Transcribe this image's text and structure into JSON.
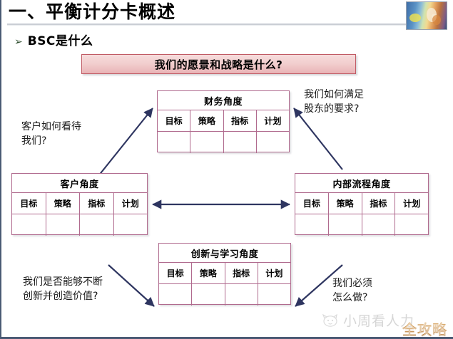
{
  "slide": {
    "title": "一、平衡计分卡概述",
    "bullet_marker": "➢",
    "bullet_label": "BSC是什么",
    "vision_banner": "我们的愿景和战略是什么?"
  },
  "colors": {
    "banner_border": "#c05a64",
    "banner_fill_top": "#f6dcdc",
    "banner_fill_bottom": "#e9b3b6",
    "table_border": "#b06a8e",
    "arrow": "#2e3560",
    "title_rule": "#c9cdd4",
    "slide_frame": "#4a5a74",
    "brand": "#c48a42"
  },
  "table_columns": [
    "目标",
    "策略",
    "指标",
    "计划"
  ],
  "perspectives": [
    {
      "id": "financial",
      "title": "财务角度"
    },
    {
      "id": "customer",
      "title": "客户角度"
    },
    {
      "id": "internal",
      "title": "内部流程角度"
    },
    {
      "id": "learning",
      "title": "创新与学习角度"
    }
  ],
  "captions": {
    "customer": "客户如何看待\n我们?",
    "shareholder": "我们如何满足\n股东的要求?",
    "innovation": "我们是否能够不断\n创新并创造价值?",
    "must_do": "我们必须\n怎么做?"
  },
  "watermark": {
    "text": "小周看人力",
    "brand": "全攻略"
  }
}
